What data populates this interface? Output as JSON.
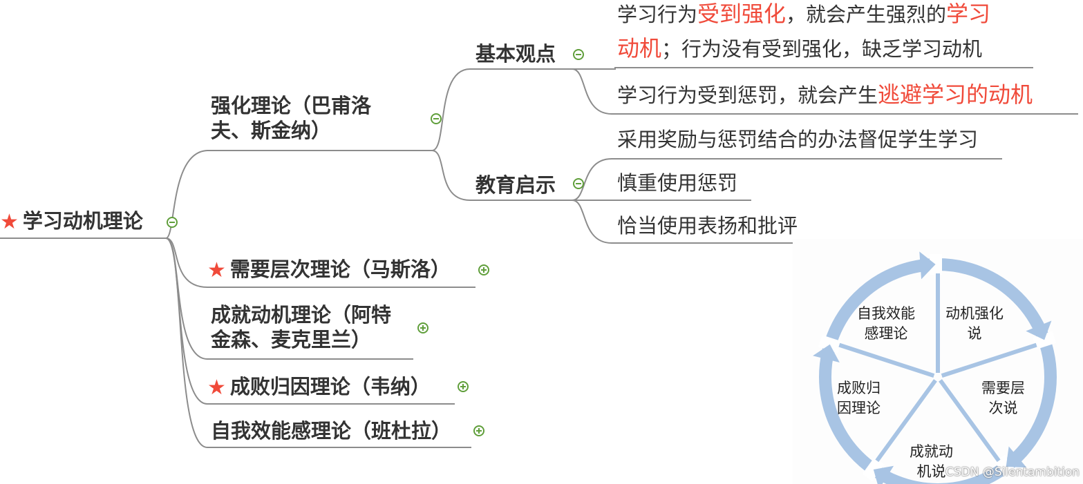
{
  "mindmap": {
    "root": {
      "label": "学习动机理论",
      "starred": true
    },
    "reinforcement": {
      "label_line1": "强化理论（巴甫洛",
      "label_line2": "夫、斯金纳）",
      "basic_view": {
        "label": "基本观点",
        "leaf1_part1": "学习行为",
        "leaf1_hl1": "受到强化",
        "leaf1_part2": "，就会产生强烈的",
        "leaf1_hl2": "学习",
        "leaf1_hl3": "动机",
        "leaf1_part3": "；行为没有受到强化，缺乏学习动机",
        "leaf2_part1": "学习行为受到惩罚，就会产生",
        "leaf2_hl": "逃避学习的动机"
      },
      "education": {
        "label": "教育启示",
        "items": [
          "采用奖励与惩罚结合的办法督促学生学习",
          "慎重使用惩罚",
          "恰当使用表扬和批评"
        ]
      }
    },
    "needs": {
      "label": "需要层次理论（马斯洛）",
      "starred": true
    },
    "achievement": {
      "label_line1": "成就动机理论（阿特",
      "label_line2": "金森、麦克里兰）"
    },
    "attribution": {
      "label": "成败归因理论（韦纳）",
      "starred": true
    },
    "efficacy": {
      "label": "自我效能感理论（班杜拉）"
    }
  },
  "wheel": {
    "self_efficacy": [
      "自我效能",
      "感理论"
    ],
    "reinforcement": [
      "动机强化",
      "说"
    ],
    "needs": [
      "需要层",
      "次说"
    ],
    "achievement": [
      "成就动",
      "机说"
    ],
    "attribution": [
      "成败归",
      "因理论"
    ]
  },
  "watermark": "CSDN @Silentambition",
  "colors": {
    "accent_red": "#f04a3a",
    "toggle_green": "#5f9e3a",
    "line_gray": "#8c8c8c",
    "wheel_blue": "#a8c4e4"
  }
}
